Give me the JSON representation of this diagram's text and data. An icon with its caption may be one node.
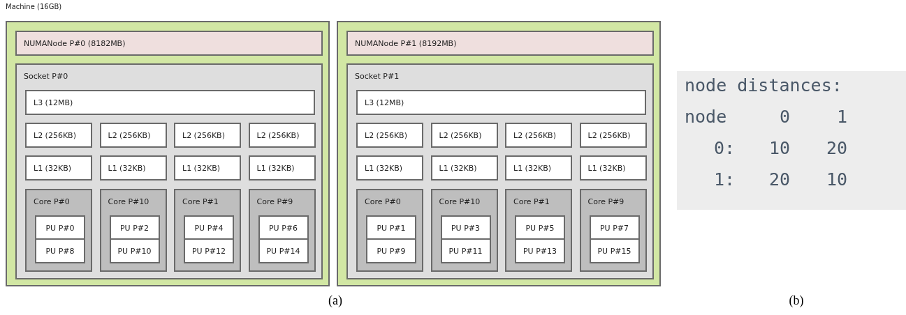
{
  "diagram": {
    "nodes": [
      {
        "text": [
          "Machine (16GB)"
        ]
      },
      {
        "text": [],
        "shape": "box",
        "in": 0
      },
      {
        "text": [
          "NUMANode P#0 (8182MB)"
        ],
        "in": 1
      },
      {
        "text": [
          "Socket P#0"
        ],
        "in": 1
      },
      {
        "text": [
          "L3 (12MB)"
        ],
        "in": 3
      },
      {
        "text": [
          "L2 (256KB)"
        ],
        "in": 3
      },
      {
        "text": [
          "L2 (256KB)"
        ],
        "in": 3
      },
      {
        "text": [
          "L2 (256KB)"
        ],
        "in": 3
      },
      {
        "text": [
          "L2 (256KB)"
        ],
        "in": 3
      },
      {
        "text": [
          "L1 (32KB)"
        ],
        "in": 3
      },
      {
        "text": [
          "L1 (32KB)"
        ],
        "in": 3
      },
      {
        "text": [
          "L1 (32KB)"
        ],
        "in": 3
      },
      {
        "text": [
          "L1 (32KB)"
        ],
        "in": 3
      },
      {
        "text": [
          "Core P#0"
        ],
        "in": 3
      },
      {
        "text": [
          "PU P#0"
        ],
        "in": 13
      },
      {
        "text": [
          "PU P#8"
        ],
        "in": 13
      },
      {
        "text": [
          "Core P#10"
        ],
        "in": 3
      },
      {
        "text": [
          "PU P#2"
        ],
        "in": 16
      },
      {
        "text": [
          "PU P#10"
        ],
        "in": 16
      },
      {
        "text": [
          "Core P#1"
        ],
        "in": 3
      },
      {
        "text": [
          "PU P#4"
        ],
        "in": 19
      },
      {
        "text": [
          "PU P#12"
        ],
        "in": 19
      },
      {
        "text": [
          "Core P#9"
        ],
        "in": 3
      },
      {
        "text": [
          "PU P#6"
        ],
        "in": 22
      },
      {
        "text": [
          "PU P#14"
        ],
        "in": 22
      },
      {
        "text": [],
        "shape": "box",
        "in": 0
      },
      {
        "text": [
          "NUMANode P#1 (8192MB)"
        ],
        "in": 25
      },
      {
        "text": [
          "Socket P#1"
        ],
        "in": 25
      },
      {
        "text": [
          "L3 (12MB)"
        ],
        "in": 27
      },
      {
        "text": [
          "L2 (256KB)"
        ],
        "in": 27
      },
      {
        "text": [
          "L2 (256KB)"
        ],
        "in": 27
      },
      {
        "text": [
          "L2 (256KB)"
        ],
        "in": 27
      },
      {
        "text": [
          "L2 (256KB)"
        ],
        "in": 27
      },
      {
        "text": [
          "L1 (32KB)"
        ],
        "in": 27
      },
      {
        "text": [
          "L1 (32KB)"
        ],
        "in": 27
      },
      {
        "text": [
          "L1 (32KB)"
        ],
        "in": 27
      },
      {
        "text": [
          "L1 (32KB)"
        ],
        "in": 27
      },
      {
        "text": [
          "Core P#0"
        ],
        "in": 27
      },
      {
        "text": [
          "PU P#1"
        ],
        "in": 37
      },
      {
        "text": [
          "PU P#9"
        ],
        "in": 37
      },
      {
        "text": [
          "Core P#10"
        ],
        "in": 27
      },
      {
        "text": [
          "PU P#3"
        ],
        "in": 40
      },
      {
        "text": [
          "PU P#11"
        ],
        "in": 40
      },
      {
        "text": [
          "Core P#1"
        ],
        "in": 27
      },
      {
        "text": [
          "PU P#5"
        ],
        "in": 43
      },
      {
        "text": [
          "PU P#13"
        ],
        "in": 43
      },
      {
        "text": [
          "Core P#9"
        ],
        "in": 27
      },
      {
        "text": [
          "PU P#7"
        ],
        "in": 46
      },
      {
        "text": [
          "PU P#15"
        ],
        "in": 46
      }
    ],
    "labels": [
      "node distances:",
      "node",
      "0",
      "1",
      "0:",
      "10",
      "20",
      "1:",
      "20",
      "10",
      "(a)",
      "(b)"
    ]
  }
}
